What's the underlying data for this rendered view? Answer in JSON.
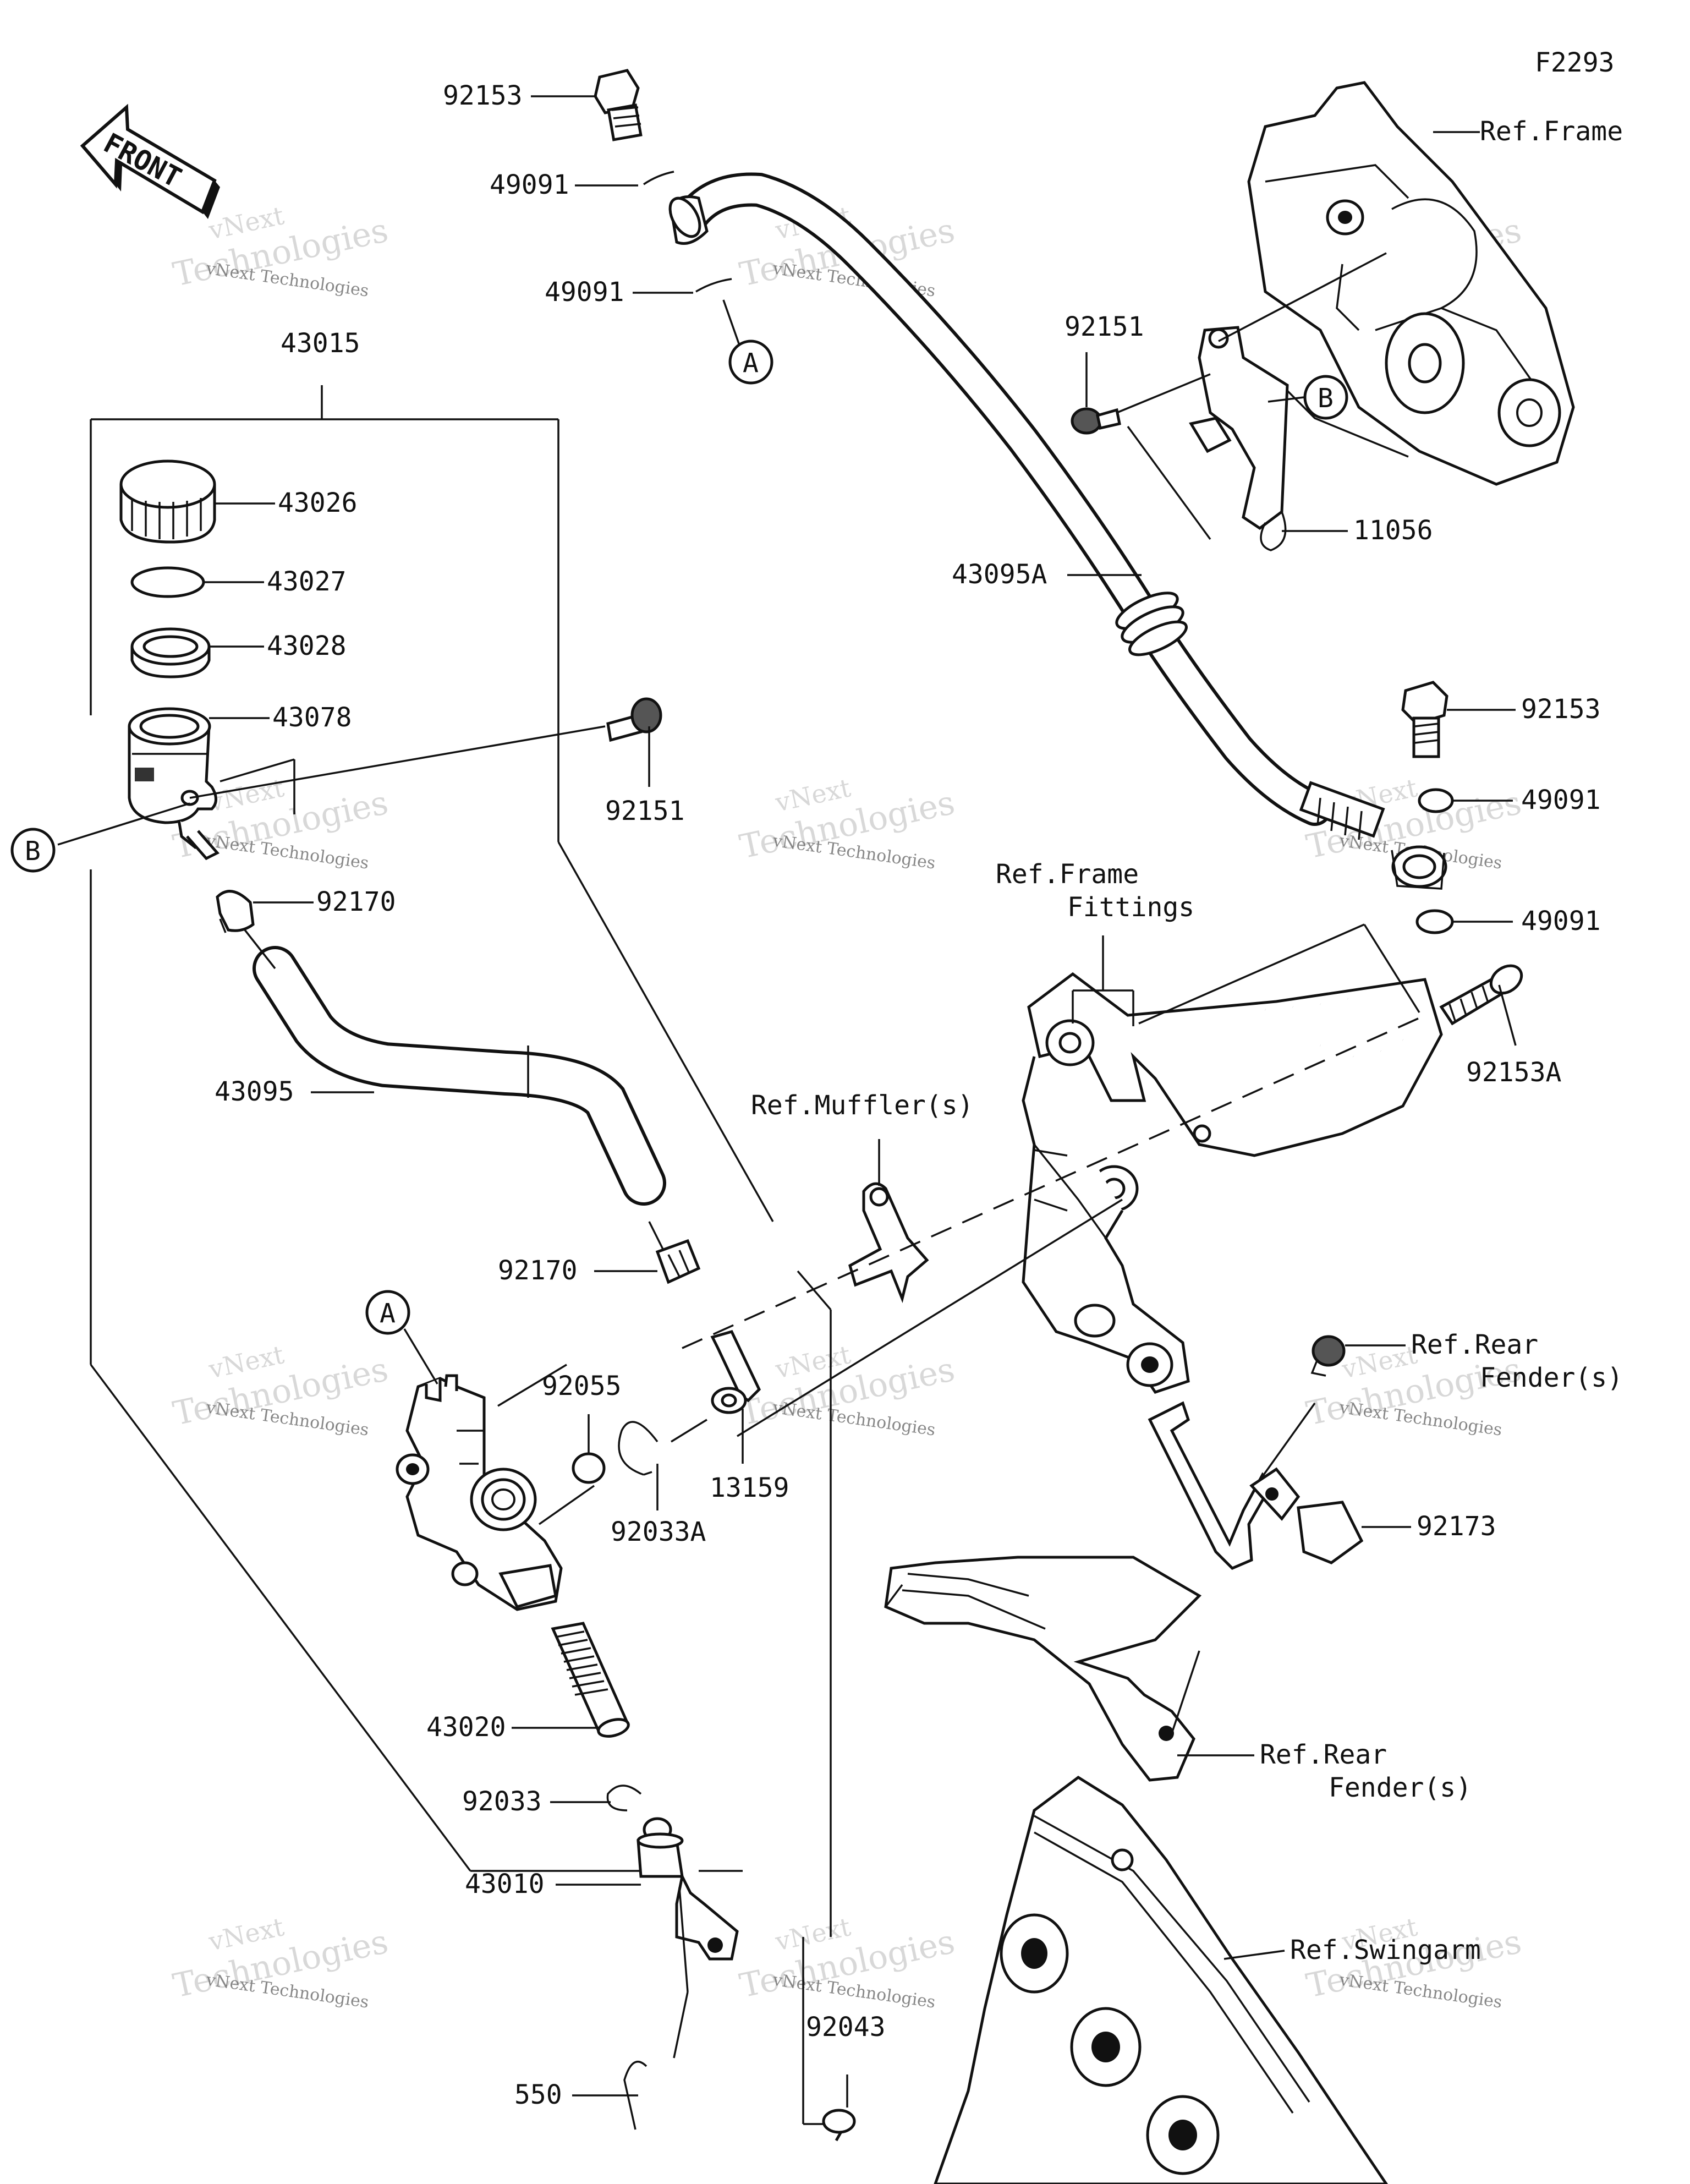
{
  "figure_code": "F2293",
  "front_label": "FRONT",
  "watermark": {
    "line1": "vNext",
    "line2": "Technologies",
    "small": "vNext Technologies"
  },
  "callouts": {
    "A": "A",
    "B": "B"
  },
  "parts": {
    "p92153_top": "92153",
    "p49091_1": "49091",
    "p49091_2": "49091",
    "p43015": "43015",
    "p43026": "43026",
    "p43027": "43027",
    "p43028": "43028",
    "p43078": "43078",
    "p92151_mid": "92151",
    "p92170_top": "92170",
    "p43095": "43095",
    "p92170_bot": "92170",
    "p92055": "92055",
    "p92033A": "92033A",
    "p13159": "13159",
    "p43020": "43020",
    "p92033": "92033",
    "p43010": "43010",
    "p550": "550",
    "p92043": "92043",
    "p92151_top": "92151",
    "p11056": "11056",
    "p43095A": "43095A",
    "p92153_right": "92153",
    "p49091_r1": "49091",
    "p49091_r2": "49091",
    "p92153A": "92153A",
    "p92173": "92173"
  },
  "refs": {
    "frame": "Ref.Frame",
    "frame_fittings_1": "Ref.Frame",
    "frame_fittings_2": "Fittings",
    "muffler": "Ref.Muffler(s)",
    "rear_fender_a1": "Ref.Rear",
    "rear_fender_a2": "Fender(s)",
    "rear_fender_b1": "Ref.Rear",
    "rear_fender_b2": "Fender(s)",
    "swingarm": "Ref.Swingarm"
  }
}
